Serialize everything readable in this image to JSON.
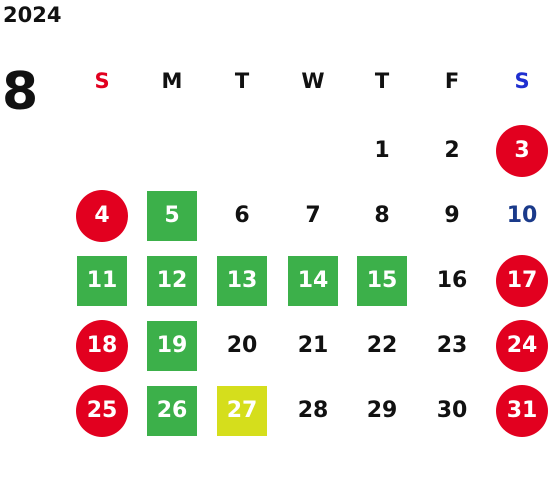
{
  "calendar": {
    "year": "2024",
    "month": "8",
    "weekdays": [
      {
        "label": "S",
        "color": "#e2001f"
      },
      {
        "label": "M",
        "color": "#111111"
      },
      {
        "label": "T",
        "color": "#111111"
      },
      {
        "label": "W",
        "color": "#111111"
      },
      {
        "label": "T",
        "color": "#111111"
      },
      {
        "label": "F",
        "color": "#111111"
      },
      {
        "label": "S",
        "color": "#1f2fd0"
      }
    ],
    "weeks": [
      [
        {
          "label": "",
          "style": "empty"
        },
        {
          "label": "",
          "style": "empty"
        },
        {
          "label": "",
          "style": "empty"
        },
        {
          "label": "",
          "style": "empty"
        },
        {
          "label": "1",
          "style": "plain"
        },
        {
          "label": "2",
          "style": "plain"
        },
        {
          "label": "3",
          "style": "red-circle"
        }
      ],
      [
        {
          "label": "4",
          "style": "red-circle"
        },
        {
          "label": "5",
          "style": "green-box"
        },
        {
          "label": "6",
          "style": "plain"
        },
        {
          "label": "7",
          "style": "plain"
        },
        {
          "label": "8",
          "style": "plain"
        },
        {
          "label": "9",
          "style": "plain"
        },
        {
          "label": "10",
          "style": "blue-text"
        }
      ],
      [
        {
          "label": "11",
          "style": "green-box"
        },
        {
          "label": "12",
          "style": "green-box"
        },
        {
          "label": "13",
          "style": "green-box"
        },
        {
          "label": "14",
          "style": "green-box"
        },
        {
          "label": "15",
          "style": "green-box"
        },
        {
          "label": "16",
          "style": "plain"
        },
        {
          "label": "17",
          "style": "red-circle"
        }
      ],
      [
        {
          "label": "18",
          "style": "red-circle"
        },
        {
          "label": "19",
          "style": "green-box"
        },
        {
          "label": "20",
          "style": "plain"
        },
        {
          "label": "21",
          "style": "plain"
        },
        {
          "label": "22",
          "style": "plain"
        },
        {
          "label": "23",
          "style": "plain"
        },
        {
          "label": "24",
          "style": "red-circle"
        }
      ],
      [
        {
          "label": "25",
          "style": "red-circle"
        },
        {
          "label": "26",
          "style": "green-box"
        },
        {
          "label": "27",
          "style": "yellow-box"
        },
        {
          "label": "28",
          "style": "plain"
        },
        {
          "label": "29",
          "style": "plain"
        },
        {
          "label": "30",
          "style": "plain"
        },
        {
          "label": "31",
          "style": "red-circle"
        }
      ]
    ]
  }
}
